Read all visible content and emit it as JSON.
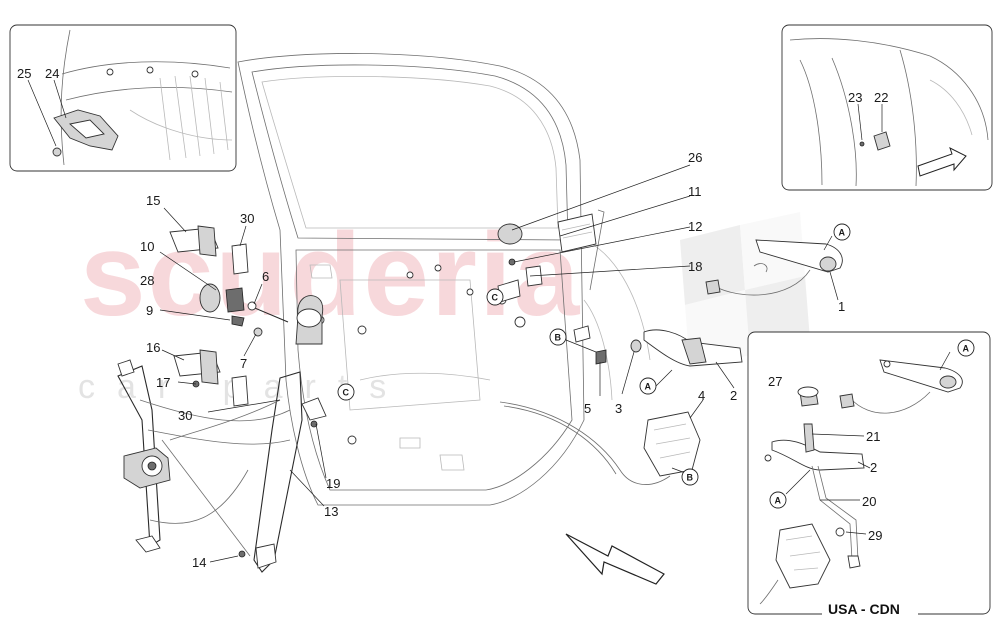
{
  "watermark": {
    "main": "scuderia",
    "sub": "car parts"
  },
  "variant_label": "USA - CDN",
  "ref_letters": [
    "A",
    "B",
    "C"
  ],
  "callouts": {
    "c1": "1",
    "c2": "2",
    "c3": "3",
    "c4": "4",
    "c5": "5",
    "c6": "6",
    "c7": "7",
    "c9": "9",
    "c10": "10",
    "c11": "11",
    "c12": "12",
    "c13": "13",
    "c14": "14",
    "c15": "15",
    "c16": "16",
    "c17": "17",
    "c18": "18",
    "c19": "19",
    "c20": "20",
    "c21": "21",
    "c22": "22",
    "c23": "23",
    "c24": "24",
    "c25": "25",
    "c26": "26",
    "c27": "27",
    "c28": "28",
    "c29": "29",
    "c30": "30"
  }
}
